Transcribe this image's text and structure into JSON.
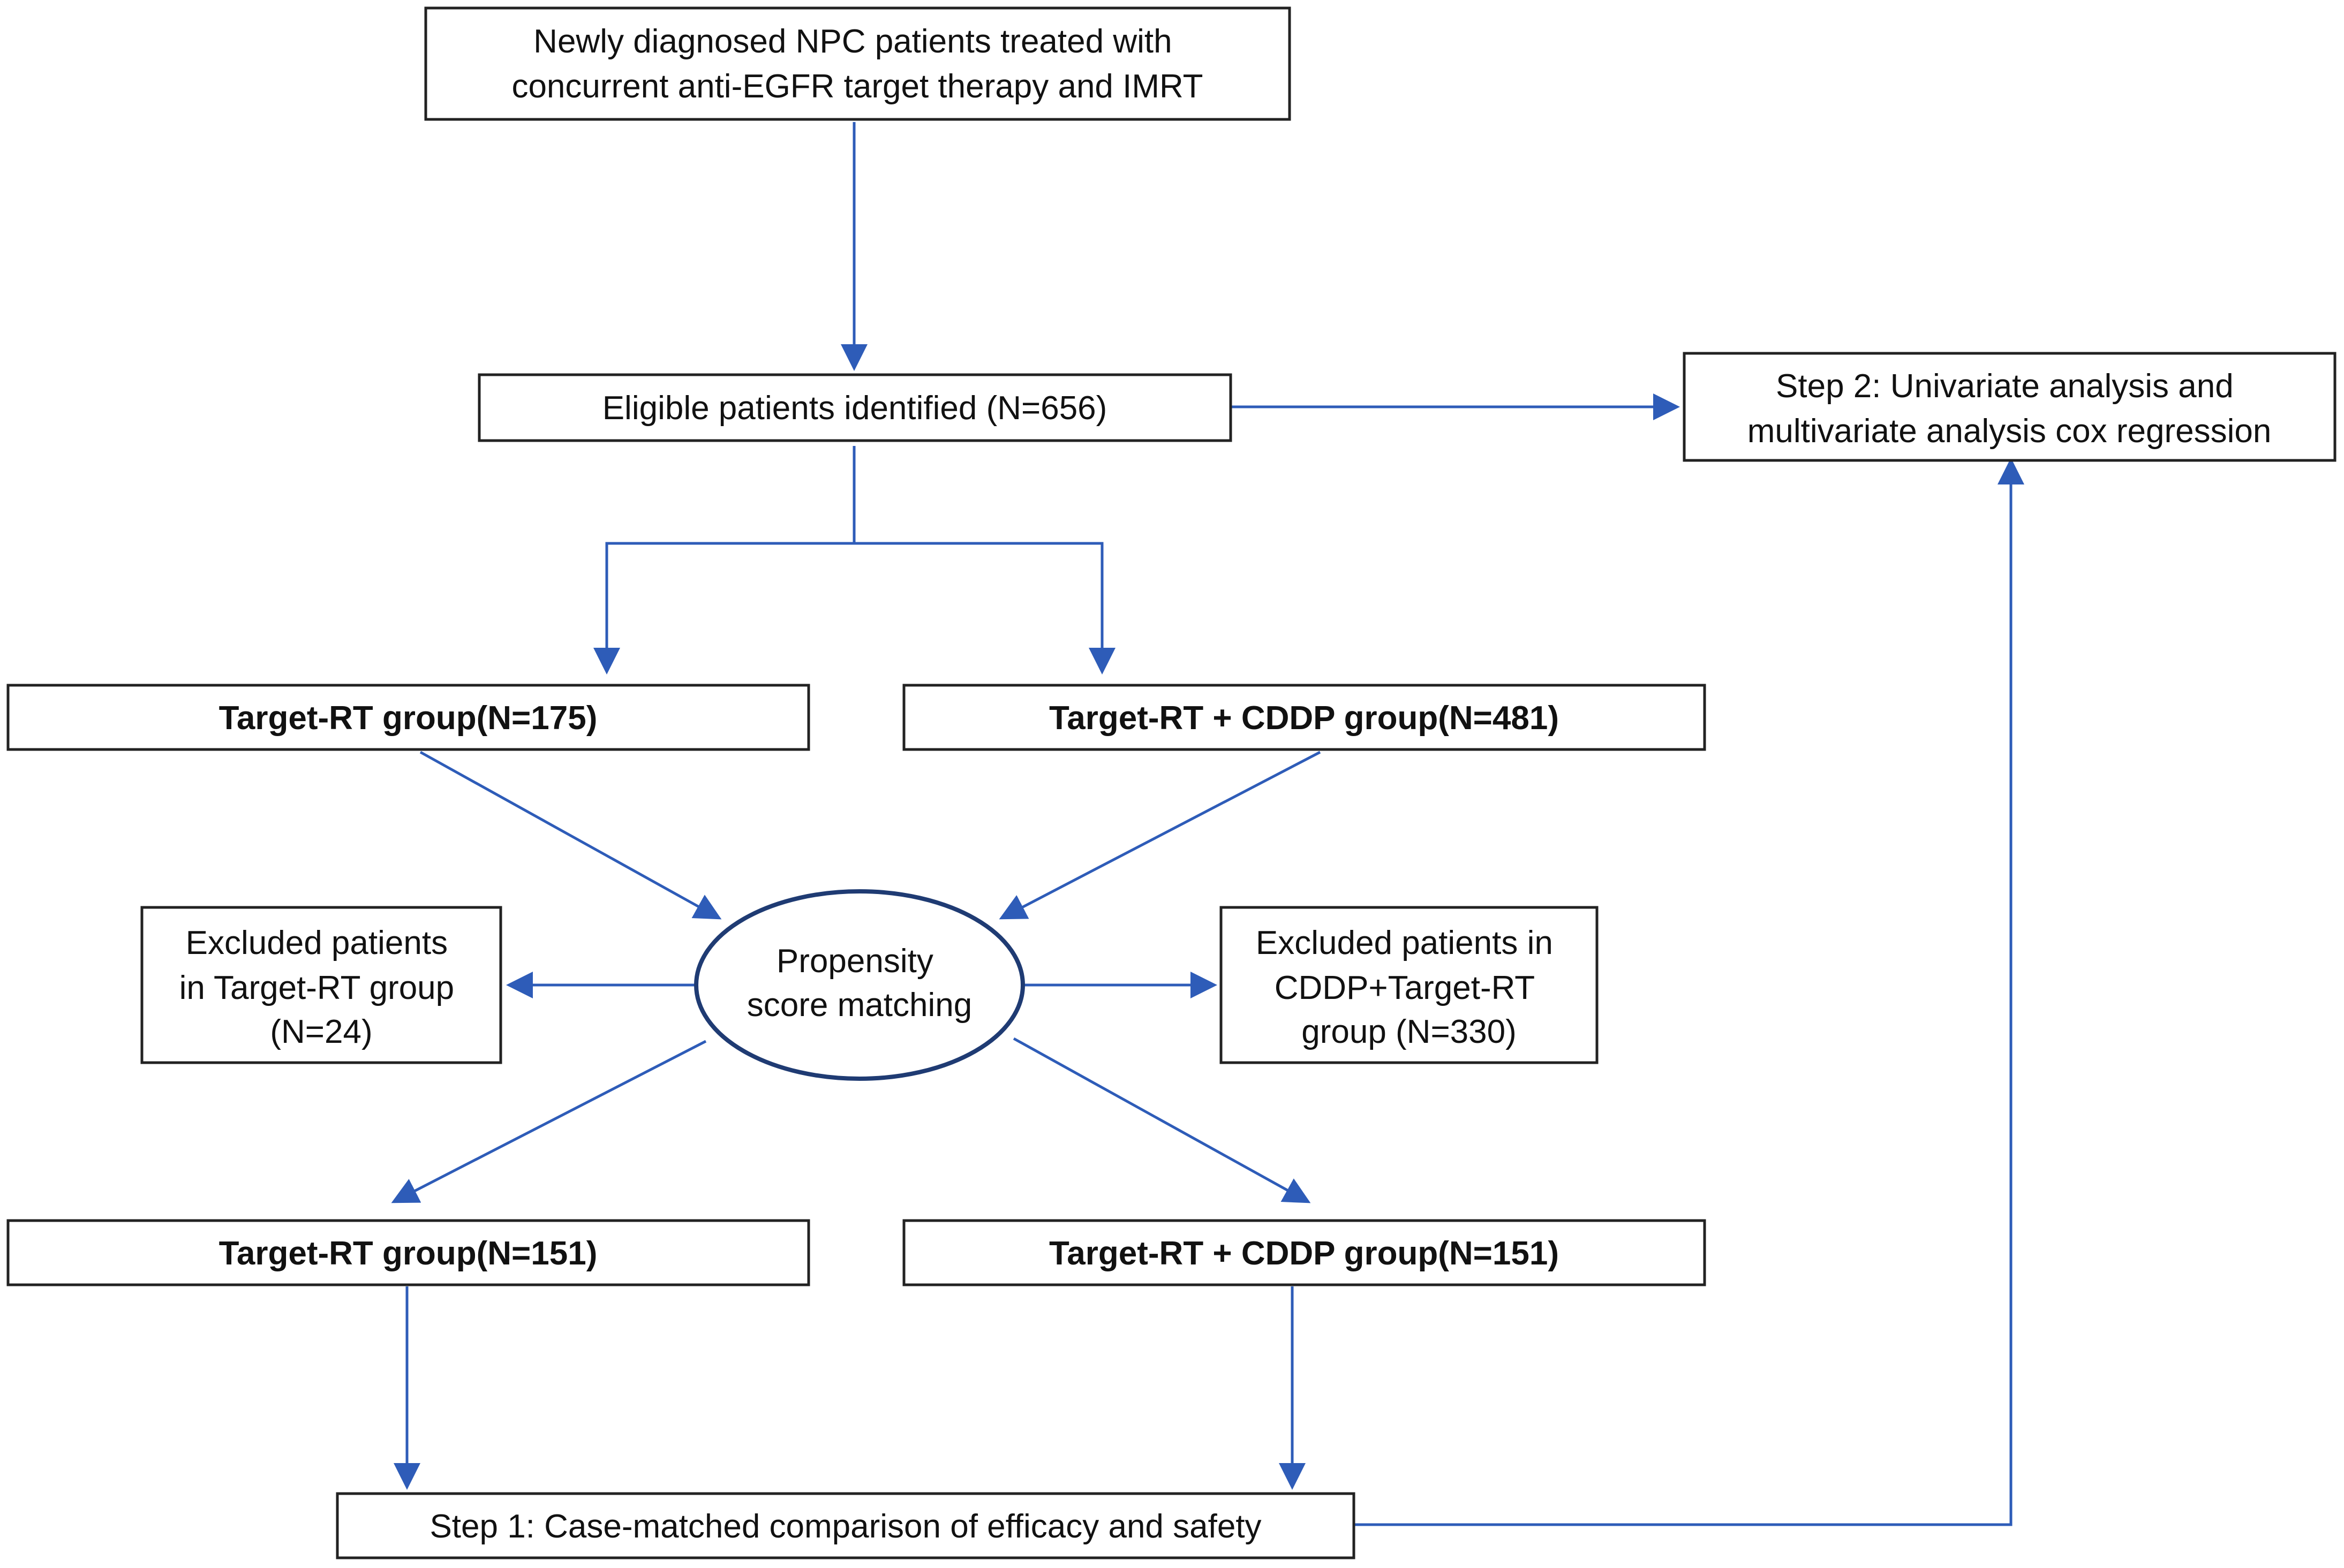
{
  "nodes": {
    "start": {
      "lines": [
        "Newly diagnosed NPC patients treated with",
        "concurrent anti-EGFR target therapy and IMRT"
      ]
    },
    "eligible": {
      "lines": [
        "Eligible patients identified (N=656)"
      ]
    },
    "step2": {
      "lines": [
        "Step 2: Univariate analysis and",
        "multivariate analysis cox regression"
      ]
    },
    "target_rt_pre": {
      "lines": [
        "Target-RT group(N=175)"
      ]
    },
    "target_cddp_pre": {
      "lines": [
        "Target-RT + CDDP group(N=481)"
      ]
    },
    "psm": {
      "lines": [
        "Propensity",
        "score matching"
      ]
    },
    "excluded_rt": {
      "lines": [
        "Excluded patients",
        "in Target-RT group",
        "(N=24)"
      ]
    },
    "excluded_cddp": {
      "lines": [
        "Excluded patients in",
        "CDDP+Target-RT",
        "group  (N=330)"
      ]
    },
    "target_rt_post": {
      "lines": [
        "Target-RT group(N=151)"
      ]
    },
    "target_cddp_post": {
      "lines": [
        "Target-RT + CDDP group(N=151)"
      ]
    },
    "step1": {
      "lines": [
        "Step 1: Case-matched comparison of efficacy and safety"
      ]
    }
  },
  "colors": {
    "arrow": "#2e5cb8",
    "box_border": "#222222",
    "ellipse_border": "#1f3b73"
  }
}
